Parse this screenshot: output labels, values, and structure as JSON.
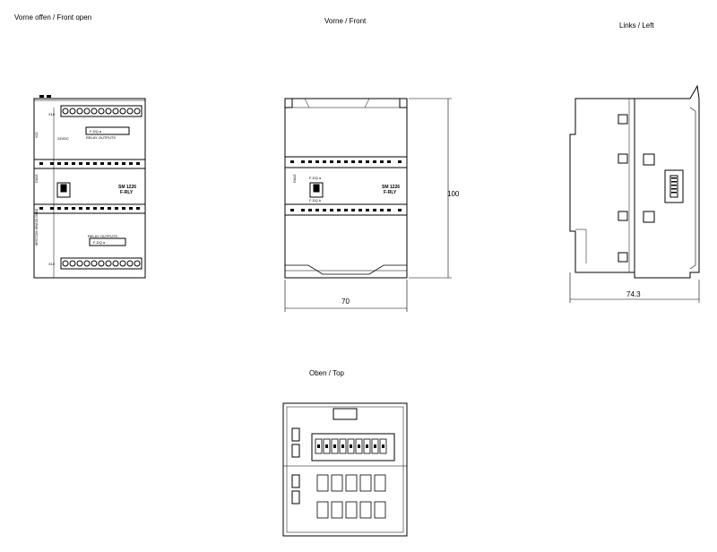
{
  "views": {
    "front_open": {
      "title": "Vorne offen / Front open",
      "model": "SM 1226",
      "variant": "F-RLY",
      "supply": "24VDC",
      "top_label": "RELAY OUTPUTS",
      "bottom_label": "RELAY OUTPUTS",
      "fuse_top": "F-DQ a",
      "fuse_bottom": "F-DQ a",
      "diag": "DIAG",
      "part_no": "6ES7226-6RA32-0XB0",
      "x1": "X10",
      "x2": "X11",
      "x3": "X12"
    },
    "front": {
      "title": "Vorne / Front",
      "model": "SM 1226",
      "variant": "F-RLY",
      "diag": "DIAG",
      "fuse_a": "F-DQ a",
      "fuse_b": "F-DQ b"
    },
    "left": {
      "title": "Links / Left"
    },
    "top": {
      "title": "Oben / Top"
    }
  },
  "dimensions": {
    "width_front": "70",
    "height_front": "100",
    "depth_left": "74.3"
  }
}
